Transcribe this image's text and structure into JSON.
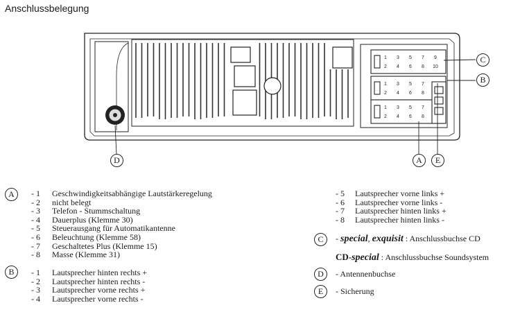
{
  "title": "Anschlussbelegung",
  "callouts": {
    "A": "A",
    "B": "B",
    "C": "C",
    "D": "D",
    "E": "E"
  },
  "connector_pins": {
    "row1": [
      "1",
      "3",
      "5",
      "7",
      "9"
    ],
    "row2": [
      "2",
      "4",
      "6",
      "8",
      "10"
    ]
  },
  "legend": {
    "A": [
      {
        "num": "- 1",
        "text": "Geschwindigkeitsabhängige Lautstärkeregelung"
      },
      {
        "num": "- 2",
        "text": "nicht belegt"
      },
      {
        "num": "- 3",
        "text": "Telefon - Stummschaltung"
      },
      {
        "num": "- 4",
        "text": "Dauerplus (Klemme 30)"
      },
      {
        "num": "- 5",
        "text": "Steuerausgang für Automatikantenne"
      },
      {
        "num": "- 6",
        "text": "Beleuchtung (Klemme 58)"
      },
      {
        "num": "- 7",
        "text": "Geschaltetes Plus (Klemme 15)"
      },
      {
        "num": "- 8",
        "text": "Masse (Klemme 31)"
      }
    ],
    "B": [
      {
        "num": "- 1",
        "text": "Lautsprecher hinten rechts +"
      },
      {
        "num": "- 2",
        "text": "Lautsprecher hinten rechts -"
      },
      {
        "num": "- 3",
        "text": "Lautsprecher vorne rechts +"
      },
      {
        "num": "- 4",
        "text": "Lautsprecher vorne rechts -"
      },
      {
        "num": "- 5",
        "text": "Lautsprecher vorne links +"
      },
      {
        "num": "- 6",
        "text": "Lautsprecher vorne links -"
      },
      {
        "num": "- 7",
        "text": "Lautsprecher hinten links +"
      },
      {
        "num": "- 8",
        "text": "Lautsprecher hinten links -"
      }
    ],
    "C": {
      "prefix": "-",
      "script1": "special",
      "sep": ",",
      "script2": "exquisit",
      "suffix": ": Anschlussbuchse CD"
    },
    "C2": {
      "cd": "CD-",
      "script": "special",
      "suffix": ": Anschlussbuchse Soundsystem"
    },
    "D": "- Antennenbuchse",
    "E": "- Sicherung"
  }
}
